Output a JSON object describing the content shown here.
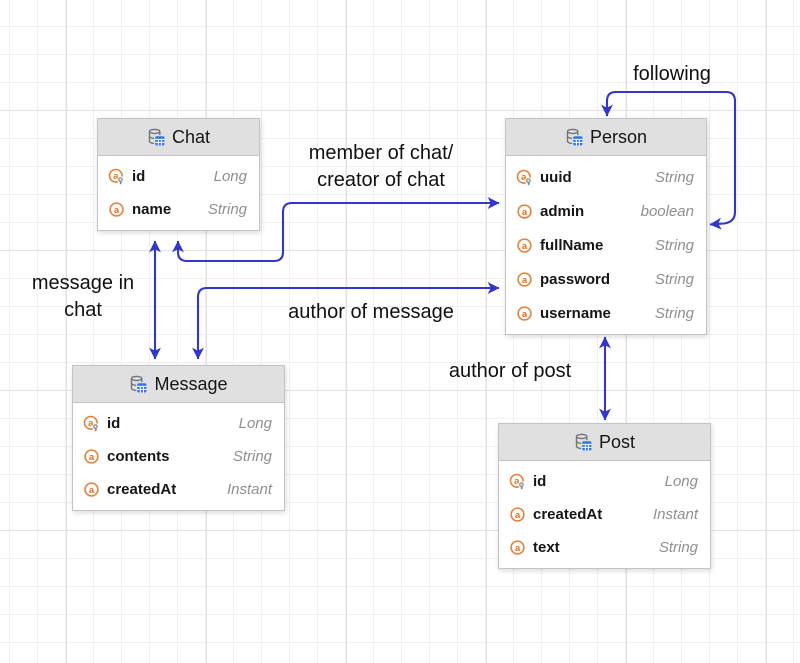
{
  "diagram": {
    "entities": [
      {
        "name": "Chat",
        "fields": [
          {
            "name": "id",
            "type": "Long",
            "key": true
          },
          {
            "name": "name",
            "type": "String",
            "key": false
          }
        ]
      },
      {
        "name": "Person",
        "fields": [
          {
            "name": "uuid",
            "type": "String",
            "key": true
          },
          {
            "name": "admin",
            "type": "boolean",
            "key": false
          },
          {
            "name": "fullName",
            "type": "String",
            "key": false
          },
          {
            "name": "password",
            "type": "String",
            "key": false
          },
          {
            "name": "username",
            "type": "String",
            "key": false
          }
        ]
      },
      {
        "name": "Message",
        "fields": [
          {
            "name": "id",
            "type": "Long",
            "key": true
          },
          {
            "name": "contents",
            "type": "String",
            "key": false
          },
          {
            "name": "createdAt",
            "type": "Instant",
            "key": false
          }
        ]
      },
      {
        "name": "Post",
        "fields": [
          {
            "name": "id",
            "type": "Long",
            "key": true
          },
          {
            "name": "createdAt",
            "type": "Instant",
            "key": false
          },
          {
            "name": "text",
            "type": "String",
            "key": false
          }
        ]
      }
    ],
    "relations": [
      {
        "label": "following"
      },
      {
        "label": "member of chat/\ncreator of chat"
      },
      {
        "label": "message in\nchat"
      },
      {
        "label": "author of message"
      },
      {
        "label": "author of post"
      }
    ],
    "colors": {
      "arrow_blue": "#3236cb",
      "header_gray": "#e0e0e0",
      "attribute_orange": "#e0761f",
      "entity_table_blue": "#3574f0",
      "type_gray": "#8f8f8f"
    }
  }
}
